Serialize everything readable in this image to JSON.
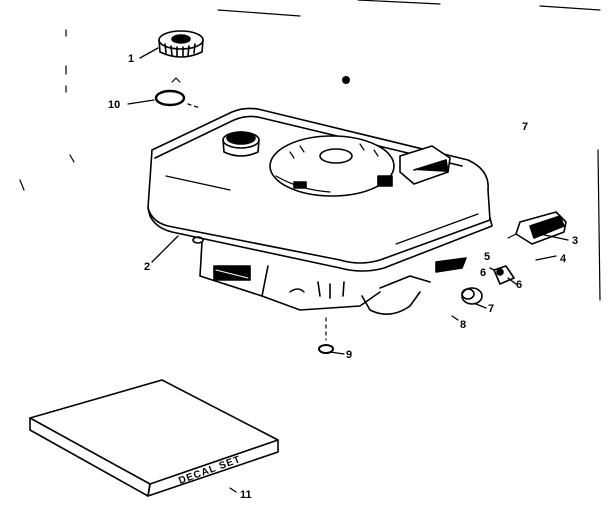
{
  "diagram": {
    "colors": {
      "ink": "#000000",
      "paper": "#ffffff"
    },
    "callouts": {
      "c1": "1",
      "c2": "2",
      "c3": "3",
      "c4": "4",
      "c5": "5",
      "c6a": "6",
      "c6b": "6",
      "c7": "7",
      "c8": "8",
      "c9": "9",
      "c10": "10",
      "c11": "11"
    },
    "decal_text": "DECAL SET"
  }
}
